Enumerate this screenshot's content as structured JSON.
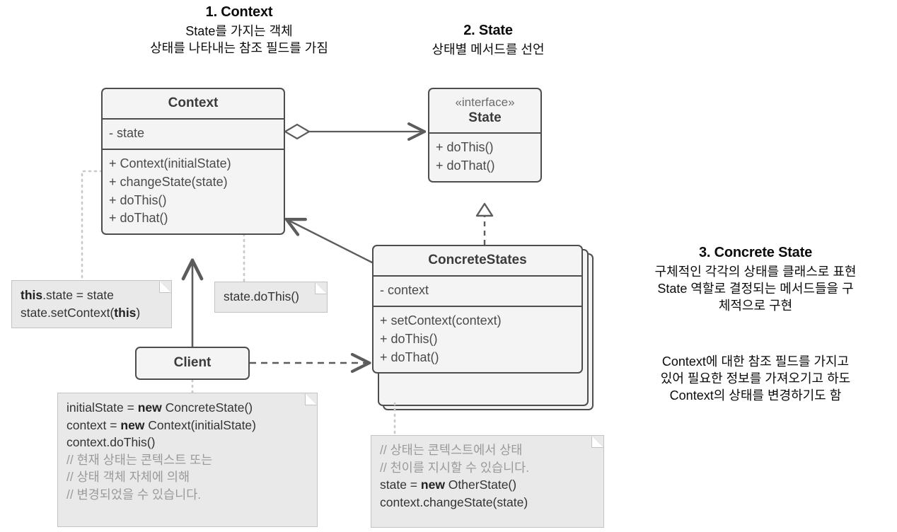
{
  "diagram": {
    "title_role_1": "1. Context",
    "title_role_2": "2. State",
    "title_role_3": "3. Concrete State"
  },
  "captions": {
    "context": {
      "title": "1. Context",
      "line1": "State를 가지는 객체",
      "line2": "상태를 나타내는 참조 필드를 가짐"
    },
    "state": {
      "title": "2. State",
      "line1": "상태별 메서드를 선언"
    },
    "concrete": {
      "title": "3. Concrete State",
      "line1": "구체적인 각각의 상태를 클래스로 표현",
      "line2": "State 역할로 결정되는 메서드들을 구",
      "line3": "체적으로 구현"
    },
    "concrete_extra": {
      "line1": "Context에 대한 참조 필드를 가지고",
      "line2": "있어 필요한 정보를 가져오기고 하도",
      "line3": "Context의 상태를 변경하기도 함"
    }
  },
  "classes": {
    "context": {
      "name": "Context",
      "fields": [
        "- state"
      ],
      "methods": [
        "+ Context(initialState)",
        "+ changeState(state)",
        "+ doThis()",
        "+ doThat()"
      ]
    },
    "state": {
      "stereotype": "«interface»",
      "name": "State",
      "methods": [
        "+ doThis()",
        "+ doThat()"
      ]
    },
    "concrete_states": {
      "name": "ConcreteStates",
      "fields": [
        "- context"
      ],
      "methods": [
        "+ setContext(context)",
        "+ doThis()",
        "+ doThat()"
      ]
    },
    "client": {
      "name": "Client"
    }
  },
  "notes": {
    "context_ctor": {
      "lines": [
        [
          {
            "t": "this",
            "b": true
          },
          {
            "t": ".state = state",
            "b": false
          }
        ],
        [
          {
            "t": "state.setContext(",
            "b": false
          },
          {
            "t": "this",
            "b": true
          },
          {
            "t": ")",
            "b": false
          }
        ]
      ]
    },
    "do_this": {
      "lines": [
        [
          {
            "t": "state.doThis()",
            "b": false
          }
        ]
      ]
    },
    "client_code": {
      "lines": [
        [
          {
            "t": "initialState = ",
            "b": false
          },
          {
            "t": "new",
            "b": true
          },
          {
            "t": " ConcreteState()",
            "b": false
          }
        ],
        [
          {
            "t": "context = ",
            "b": false
          },
          {
            "t": "new",
            "b": true
          },
          {
            "t": " Context(initialState)",
            "b": false
          }
        ],
        [
          {
            "t": "context.doThis()",
            "b": false
          }
        ],
        [
          {
            "t": "// 현재 상태는 콘텍스트 또는",
            "c": true
          }
        ],
        [
          {
            "t": "// 상태 객체 자체에 의해",
            "c": true
          }
        ],
        [
          {
            "t": "// 변경되었을 수 있습니다.",
            "c": true
          }
        ]
      ]
    },
    "concrete_code": {
      "lines": [
        [
          {
            "t": "// 상태는 콘텍스트에서 상태",
            "c": true
          }
        ],
        [
          {
            "t": "// 천이를 지시할 수 있습니다.",
            "c": true
          }
        ],
        [
          {
            "t": "state = ",
            "b": false
          },
          {
            "t": "new",
            "b": true
          },
          {
            "t": " OtherState()",
            "b": false
          }
        ],
        [
          {
            "t": "context.changeState(state)",
            "b": false
          }
        ]
      ]
    }
  },
  "relations": [
    {
      "name": "context-aggregates-state",
      "from": "Context",
      "to": "State",
      "type": "aggregation-directed"
    },
    {
      "name": "concretestates-realizes-state",
      "from": "ConcreteStates",
      "to": "State",
      "type": "realization"
    },
    {
      "name": "concretestates-references-context",
      "from": "ConcreteStates",
      "to": "Context",
      "type": "association-directed"
    },
    {
      "name": "client-uses-context",
      "from": "Client",
      "to": "Context",
      "type": "association-directed"
    },
    {
      "name": "client-uses-concretestates",
      "from": "Client",
      "to": "ConcreteStates",
      "type": "dependency"
    }
  ],
  "colors": {
    "box_fill": "#f4f4f4",
    "box_stroke": "#4d4d4d",
    "note_fill": "#e9e9e9",
    "note_stroke": "#c3c3c3",
    "comment_text": "#9a9a9a",
    "line": "#5c5c5c"
  }
}
